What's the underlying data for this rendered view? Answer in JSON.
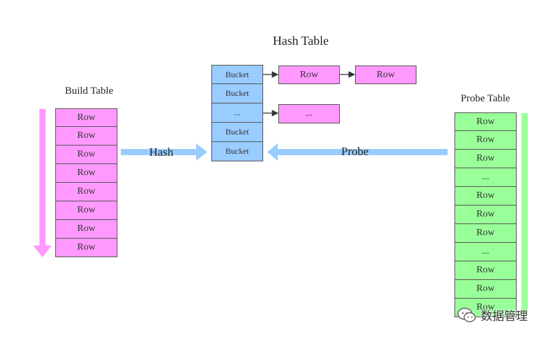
{
  "build_table": {
    "title": "Build Table",
    "rows": [
      "Row",
      "Row",
      "Row",
      "Row",
      "Row",
      "Row",
      "Row",
      "Row"
    ]
  },
  "hash_table": {
    "title": "Hash Table",
    "buckets": [
      "Bucket",
      "Bucket",
      "...",
      "Bucket",
      "Bucket"
    ],
    "chain_row1": [
      "Row",
      "Row"
    ],
    "chain_row3": [
      "..."
    ]
  },
  "probe_table": {
    "title": "Probe Table",
    "rows": [
      "Row",
      "Row",
      "Row",
      "...",
      "Row",
      "Row",
      "Row",
      "...",
      "Row",
      "Row",
      "Row"
    ]
  },
  "arrows": {
    "hash_label": "Hash",
    "probe_label": "Probe"
  },
  "watermark": {
    "text": "数据管理",
    "icon": "wechat-icon"
  },
  "colors": {
    "build": "#ff99ff",
    "bucket": "#99ccff",
    "probe": "#99ff99",
    "arrow": "#99ccff"
  }
}
